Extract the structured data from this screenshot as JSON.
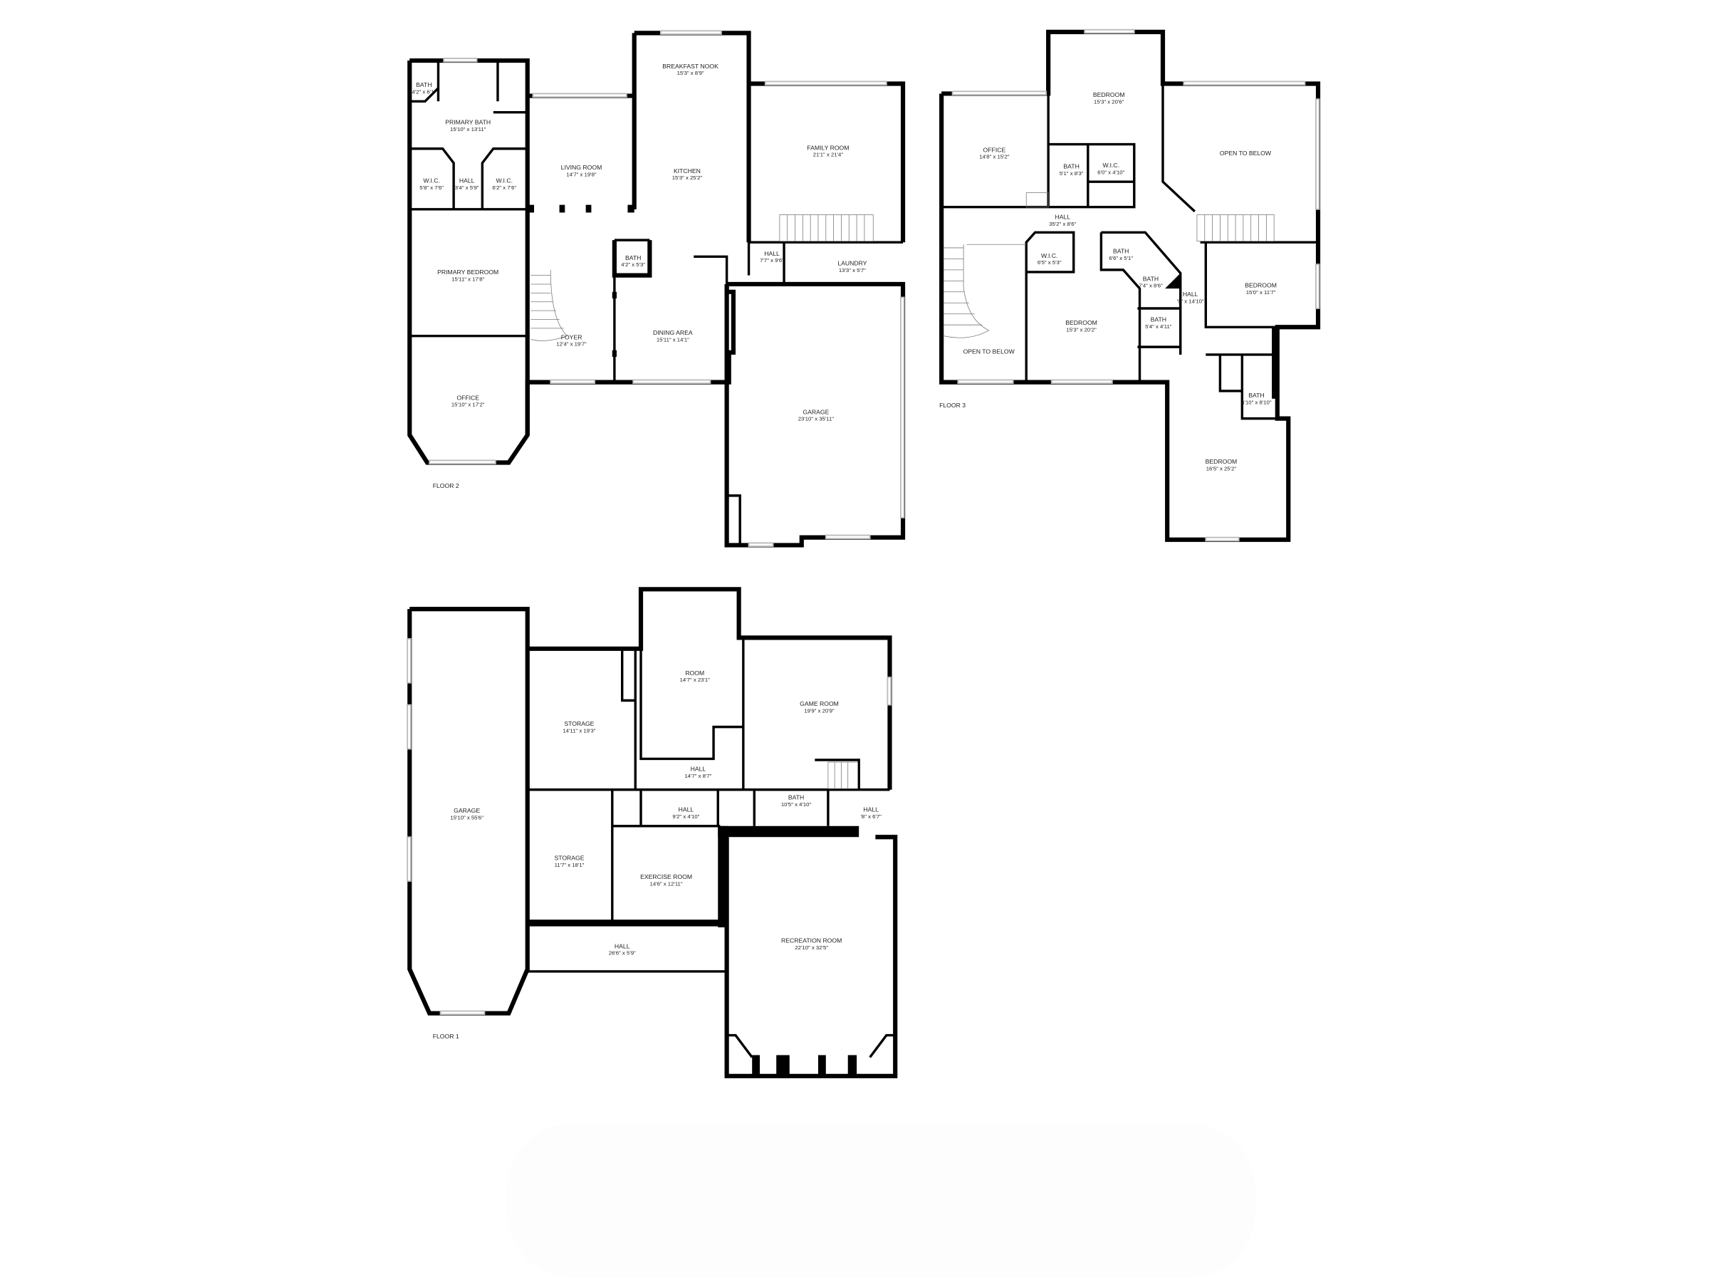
{
  "floors": {
    "floor2": {
      "label": "FLOOR 2",
      "rooms": [
        {
          "name": "BATH",
          "dims": "4'2\" x 6'1\""
        },
        {
          "name": "PRIMARY BATH",
          "dims": "15'10\" x 13'11\""
        },
        {
          "name": "W.I.C.",
          "dims": "5'8\" x 7'6\""
        },
        {
          "name": "HALL",
          "dims": "3'4\" x 5'9\""
        },
        {
          "name": "W.I.C.",
          "dims": "6'2\" x 7'6\""
        },
        {
          "name": "LIVING ROOM",
          "dims": "14'7\" x 19'8\""
        },
        {
          "name": "BREAKFAST NOOK",
          "dims": "15'3\" x 8'9\""
        },
        {
          "name": "KITCHEN",
          "dims": "15'3\" x 25'2\""
        },
        {
          "name": "FAMILY ROOM",
          "dims": "21'1\" x 21'4\""
        },
        {
          "name": "PRIMARY BEDROOM",
          "dims": "15'11\" x 17'8\""
        },
        {
          "name": "BATH",
          "dims": "4'2\" x 5'3\""
        },
        {
          "name": "HALL",
          "dims": "7'7\" x 9'6\""
        },
        {
          "name": "LAUNDRY",
          "dims": "13'3\" x 5'7\""
        },
        {
          "name": "FOYER",
          "dims": "12'4\" x 19'7\""
        },
        {
          "name": "DINING AREA",
          "dims": "15'11\" x 14'1\""
        },
        {
          "name": "OFFICE",
          "dims": "15'10\" x 17'2\""
        },
        {
          "name": "GARAGE",
          "dims": "23'10\" x 35'11\""
        }
      ]
    },
    "floor3": {
      "label": "FLOOR 3",
      "rooms": [
        {
          "name": "OFFICE",
          "dims": "14'8\" x 15'2\""
        },
        {
          "name": "BEDROOM",
          "dims": "15'3\" x 20'6\""
        },
        {
          "name": "BATH",
          "dims": "5'1\" x 8'3\""
        },
        {
          "name": "W.I.C.",
          "dims": "6'0\" x 4'10\""
        },
        {
          "name": "OPEN TO BELOW",
          "dims": ""
        },
        {
          "name": "HALL",
          "dims": "35'2\" x 8'6\""
        },
        {
          "name": "W.I.C.",
          "dims": "6'5\" x 5'3\""
        },
        {
          "name": "BATH",
          "dims": "6'6\" x 5'1\""
        },
        {
          "name": "BATH",
          "dims": "7'4\" x 8'6\""
        },
        {
          "name": "HALL",
          "dims": "'9\" x 14'10\""
        },
        {
          "name": "BEDROOM",
          "dims": "15'0\" x 11'7\""
        },
        {
          "name": "BEDROOM",
          "dims": "15'3\" x 20'2\""
        },
        {
          "name": "BATH",
          "dims": "5'4\" x 4'11\""
        },
        {
          "name": "OPEN TO BELOW",
          "dims": ""
        },
        {
          "name": "BATH",
          "dims": "4'10\" x 8'10\""
        },
        {
          "name": "BEDROOM",
          "dims": "16'5\" x 25'2\""
        }
      ]
    },
    "floor1": {
      "label": "FLOOR 1",
      "rooms": [
        {
          "name": "ROOM",
          "dims": "14'7\" x 23'1\""
        },
        {
          "name": "STORAGE",
          "dims": "14'11\" x 19'3\""
        },
        {
          "name": "GAME ROOM",
          "dims": "19'9\" x 20'9\""
        },
        {
          "name": "GARAGE",
          "dims": "15'10\" x 55'6\""
        },
        {
          "name": "HALL",
          "dims": "14'7\" x 8'7\""
        },
        {
          "name": "HALL",
          "dims": "9'2\" x 4'10\""
        },
        {
          "name": "BATH",
          "dims": "10'5\" x 4'10\""
        },
        {
          "name": "HALL",
          "dims": "'8\" x 6'7\""
        },
        {
          "name": "STORAGE",
          "dims": "11'7\" x 18'1\""
        },
        {
          "name": "EXERCISE ROOM",
          "dims": "14'6\" x 12'11\""
        },
        {
          "name": "HALL",
          "dims": "26'6\" x 5'9\""
        },
        {
          "name": "RECREATION ROOM",
          "dims": "22'10\" x 32'5\""
        }
      ]
    }
  },
  "colors": {
    "wall": "#000000",
    "background": "#ffffff",
    "window": "#bbbbbb"
  }
}
